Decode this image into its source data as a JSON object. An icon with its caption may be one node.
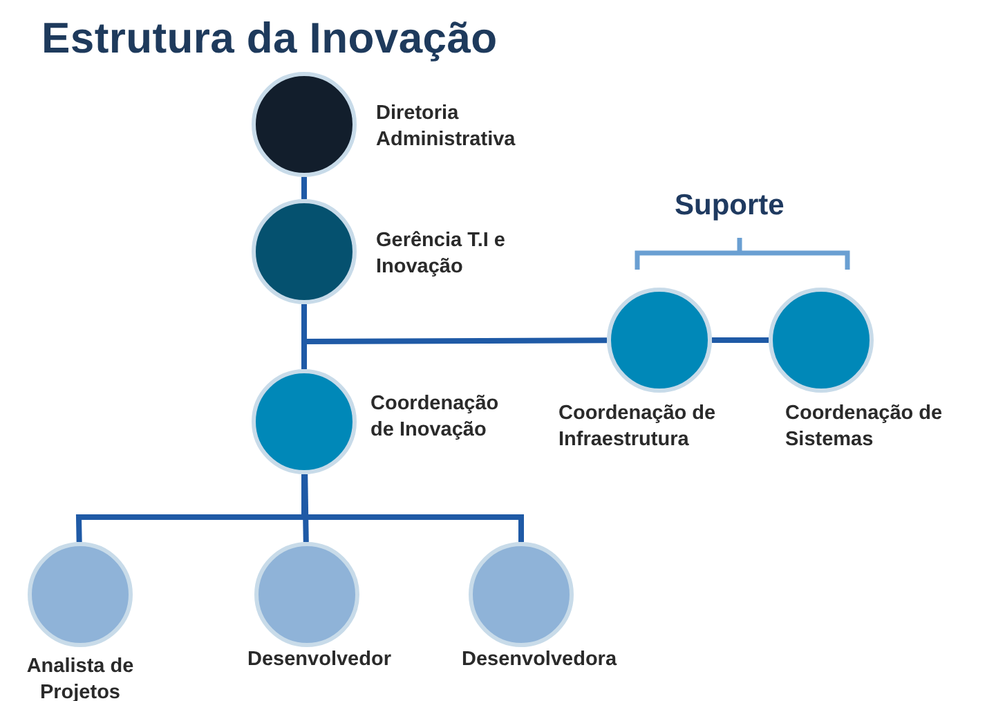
{
  "diagram": {
    "title": "Estrutura da Inovação",
    "nodes": [
      {
        "text": [],
        "shape": "circle",
        "beside": [
          "Diretoria Administrativa"
        ]
      },
      {
        "text": [],
        "shape": "circle",
        "beside": [
          "Gerência T.I e Inovação"
        ]
      },
      {
        "text": [],
        "shape": "circle",
        "beside": [
          "Coordenação de Inovação"
        ]
      },
      {
        "text": [],
        "shape": "circle",
        "beside": [
          "Coordenação de Infraestrutura"
        ]
      },
      {
        "text": [],
        "shape": "circle",
        "beside": [
          "Coordenação de Sistemas"
        ]
      },
      {
        "text": [],
        "shape": "circle",
        "beside": [
          "Analista de Projetos"
        ]
      },
      {
        "text": [],
        "shape": "circle",
        "beside": [
          "Desenvolvedor"
        ]
      },
      {
        "text": [],
        "shape": "circle",
        "beside": [
          "Desenvolvedora"
        ]
      }
    ],
    "edges": [
      {
        "from": 0,
        "to": 1,
        "arrow": "none"
      },
      {
        "from": 1,
        "to": 2,
        "arrow": "none"
      },
      {
        "from": 1,
        "to": 3,
        "arrow": "none"
      },
      {
        "from": 3,
        "to": 4,
        "arrow": "none"
      },
      {
        "from": 2,
        "to": 5,
        "arrow": "none"
      },
      {
        "from": 2,
        "to": 6,
        "arrow": "none"
      },
      {
        "from": 2,
        "to": 7,
        "arrow": "none"
      }
    ],
    "labels": [
      "Suporte"
    ]
  }
}
